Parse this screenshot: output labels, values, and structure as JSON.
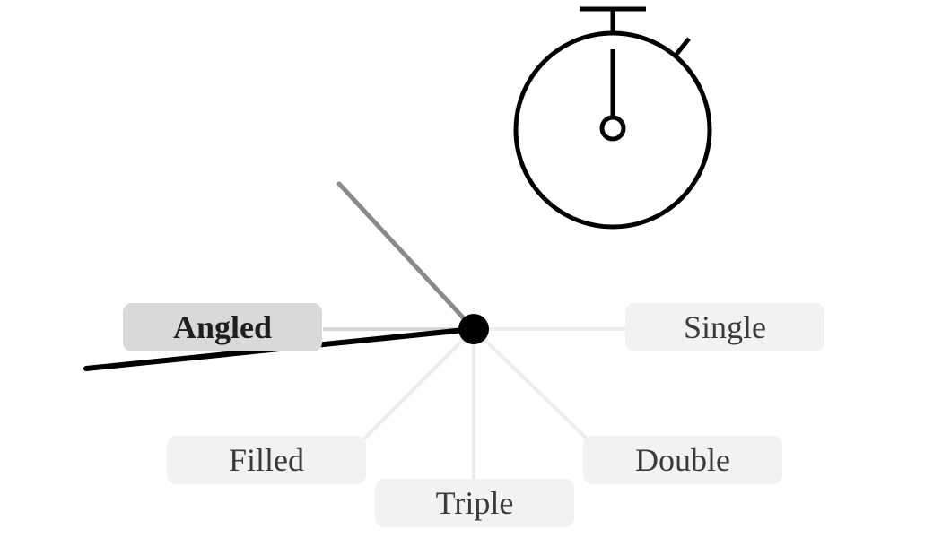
{
  "menu": {
    "options": {
      "angled": "Angled",
      "single": "Single",
      "filled": "Filled",
      "double": "Double",
      "triple": "Triple"
    },
    "selected": "angled"
  },
  "icons": {
    "top": "stopwatch-icon"
  },
  "colors": {
    "option_bg": "#f2f2f2",
    "option_selected_bg": "#d9d9d9",
    "stroke": "#000000",
    "pointer_gray": "#8a8a8a",
    "spoke": "#ececec"
  }
}
